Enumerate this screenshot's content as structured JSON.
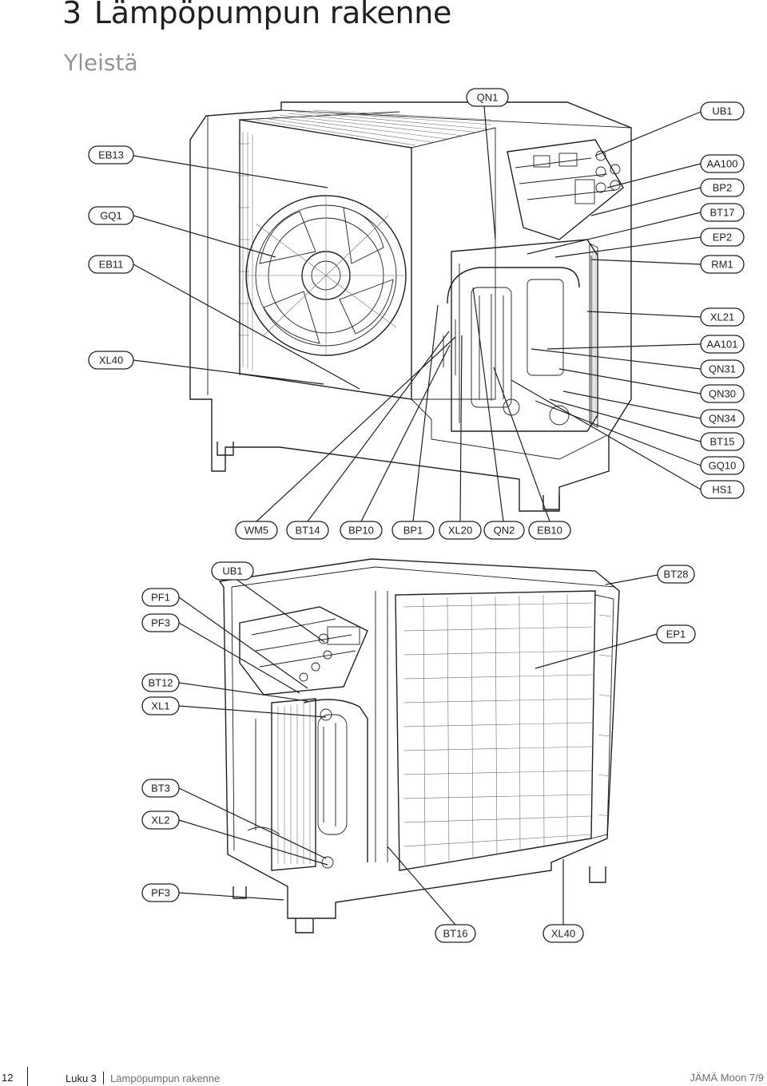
{
  "header": {
    "chapter_number": "3",
    "chapter_title": "Lämpöpumpun rakenne",
    "section_title": "Yleistä"
  },
  "figure1": {
    "labels": {
      "qn1": "QN1",
      "ub1": "UB1",
      "eb13": "EB13",
      "aa100": "AA100",
      "bp2": "BP2",
      "gq1": "GQ1",
      "bt17": "BT17",
      "ep2": "EP2",
      "eb11": "EB11",
      "rm1": "RM1",
      "xl21": "XL21",
      "xl40": "XL40",
      "aa101": "AA101",
      "qn31": "QN31",
      "qn30": "QN30",
      "qn34": "QN34",
      "bt15": "BT15",
      "gq10": "GQ10",
      "hs1": "HS1",
      "wm5": "WM5",
      "bt14": "BT14",
      "bp10": "BP10",
      "bp1": "BP1",
      "xl20": "XL20",
      "qn2": "QN2",
      "eb10": "EB10"
    }
  },
  "figure2": {
    "labels": {
      "ub1": "UB1",
      "bt28": "BT28",
      "pf1": "PF1",
      "pf3_top": "PF3",
      "ep1": "EP1",
      "bt12": "BT12",
      "xl1": "XL1",
      "bt3": "BT3",
      "xl2": "XL2",
      "pf3_bottom": "PF3",
      "bt16": "BT16",
      "xl40": "XL40"
    }
  },
  "footer": {
    "page_number": "12",
    "chapter_label": "Luku 3",
    "chapter_title": "Lämpöpumpun rakenne",
    "product": "JÄMÄ Moon 7/9"
  }
}
